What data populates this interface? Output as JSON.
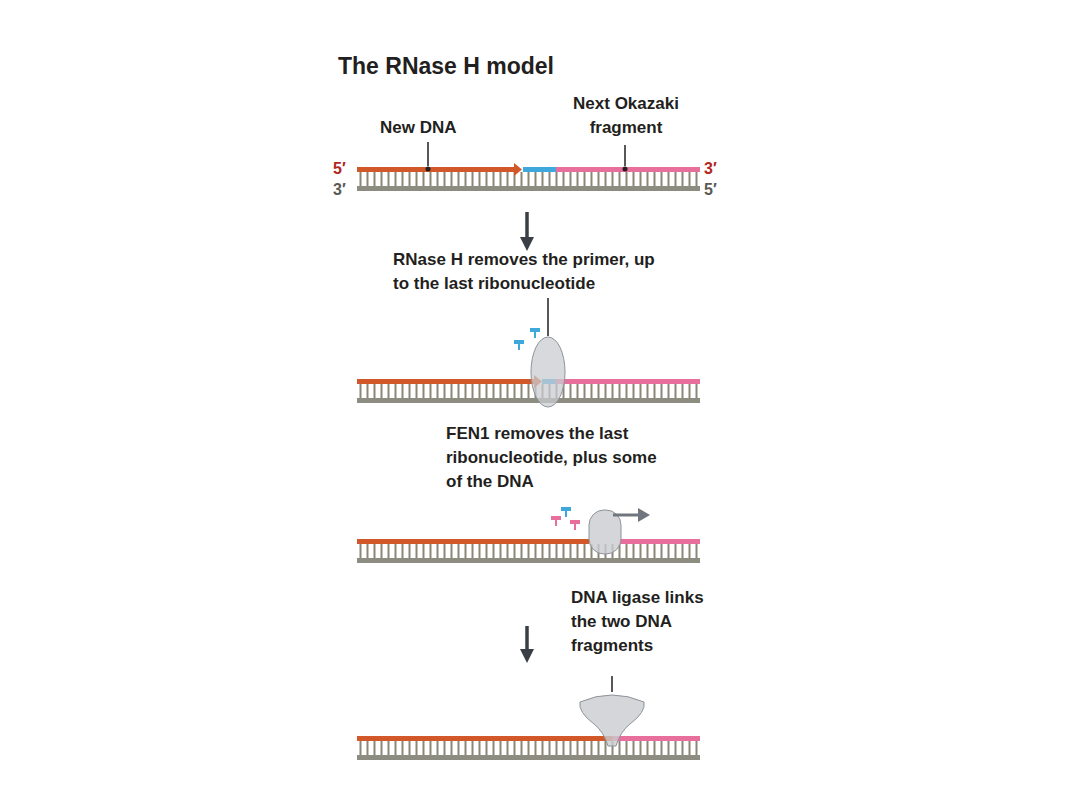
{
  "diagram": {
    "title": "The RNase H model",
    "labels": [
      "New DNA",
      "Next Okazaki fragment",
      "5′",
      "3′",
      "3′",
      "5′",
      "RNase H removes the primer, up to the last ribonucleotide",
      "FEN1 removes the last ribonucleotide, plus some of the DNA",
      "DNA ligase links the two DNA fragments"
    ]
  }
}
